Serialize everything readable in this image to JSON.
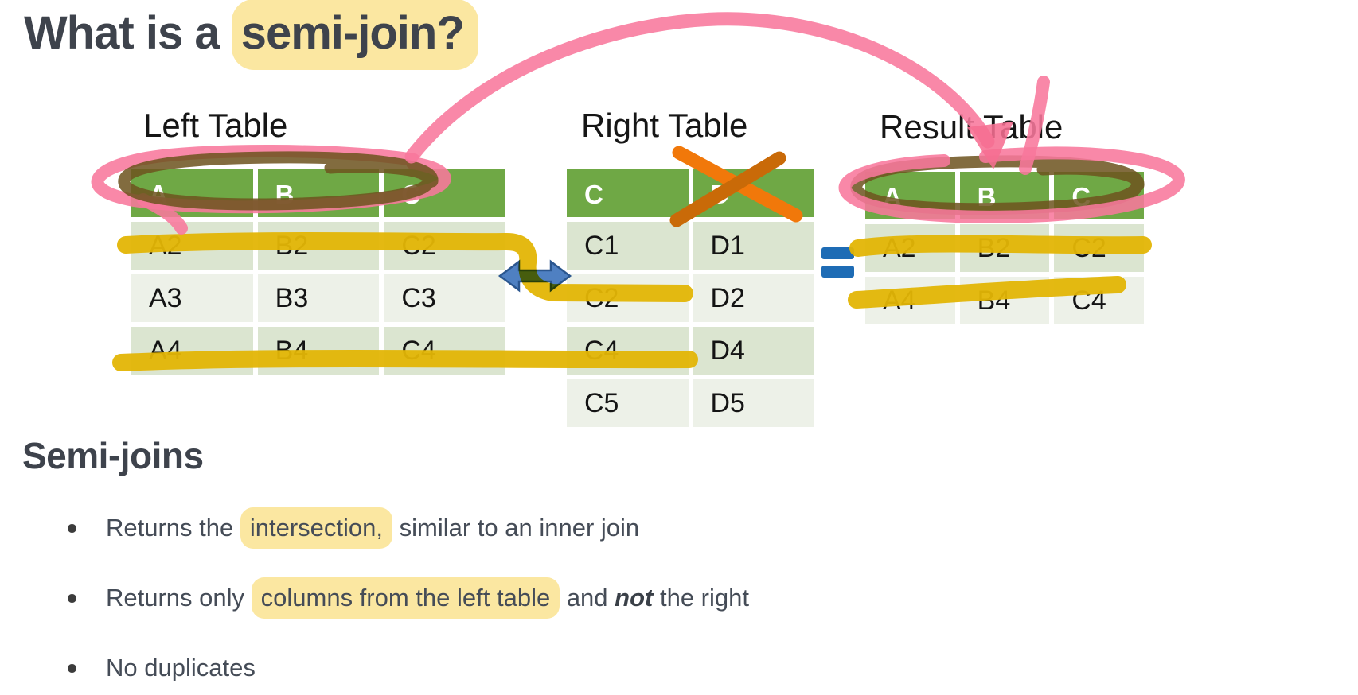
{
  "title": {
    "prefix": "What is a ",
    "highlight": "semi-join?"
  },
  "diagram": {
    "left_table": {
      "caption": "Left Table",
      "headers": [
        "A",
        "B",
        "C"
      ],
      "rows": [
        [
          "A2",
          "B2",
          "C2"
        ],
        [
          "A3",
          "B3",
          "C3"
        ],
        [
          "A4",
          "B4",
          "C4"
        ]
      ]
    },
    "right_table": {
      "caption": "Right Table",
      "headers": [
        "C",
        "D"
      ],
      "rows": [
        [
          "C1",
          "D1"
        ],
        [
          "C2",
          "D2"
        ],
        [
          "C4",
          "D4"
        ],
        [
          "C5",
          "D5"
        ]
      ]
    },
    "result_table": {
      "caption": "Result Table",
      "headers": [
        "A",
        "B",
        "C"
      ],
      "rows": [
        [
          "A2",
          "B2",
          "C2"
        ],
        [
          "A4",
          "B4",
          "C4"
        ]
      ]
    },
    "equals_sign": "=",
    "annotations": [
      {
        "name": "pink-arrow",
        "meaning": "hand-drawn pink arrow from Left Table header arcing to Result Table header"
      },
      {
        "name": "pink-circle-left-header",
        "meaning": "pink scribble loop around Left Table header row"
      },
      {
        "name": "pink-circle-result-header",
        "meaning": "pink scribble loop around Result Table header row"
      },
      {
        "name": "brown-circle-left-header",
        "meaning": "brown scribble oval around columns A B C of Left Table"
      },
      {
        "name": "brown-circle-result-header",
        "meaning": "brown scribble oval around columns A B C of Result Table"
      },
      {
        "name": "orange-x",
        "meaning": "orange X crossing out Right Table column D"
      },
      {
        "name": "yellow-highlight-row-2",
        "meaning": "yellow marker linking row A2 B2 C2 to C2 D2 and result row A2 B2 C2"
      },
      {
        "name": "yellow-highlight-row-4",
        "meaning": "yellow marker linking row A4 B4 C4 to C4 D4 and result row A4 B4 C4"
      },
      {
        "name": "blue-double-arrow",
        "meaning": "blue double-headed arrow between Left and Right tables"
      }
    ]
  },
  "section": {
    "heading": "Semi-joins",
    "bullets": [
      {
        "segments": [
          {
            "t": "Returns the "
          },
          {
            "t": "intersection,",
            "hl": true
          },
          {
            "t": " similar to an inner join"
          }
        ]
      },
      {
        "segments": [
          {
            "t": "Returns only "
          },
          {
            "t": "columns from the left table",
            "hl": true
          },
          {
            "t": " and "
          },
          {
            "t": "not",
            "em": true
          },
          {
            "t": " the right"
          }
        ]
      },
      {
        "segments": [
          {
            "t": "No duplicates"
          }
        ]
      }
    ]
  },
  "colors": {
    "header_green": "#6fa845",
    "row_dark": "#dbe5d0",
    "row_light": "#edf1e8",
    "highlight_yellow": "#fbe7a1",
    "marker_yellow": "#e3b505",
    "marker_pink": "#f8779c",
    "marker_brown": "#6d5420",
    "marker_orange": "#f1780a",
    "arrow_blue": "#4f80c2",
    "equals_blue": "#1e6cb5",
    "text_dark": "#3e434c"
  }
}
